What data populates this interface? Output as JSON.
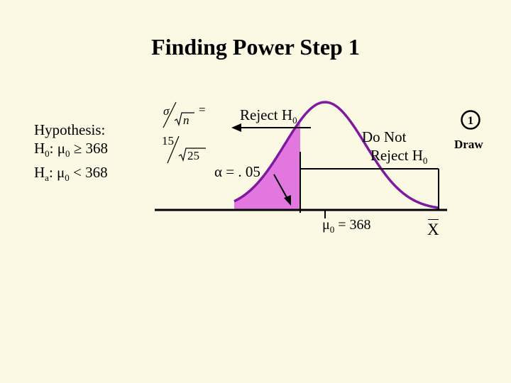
{
  "title": "Finding Power Step 1",
  "hypothesis": {
    "heading": "Hypothesis:",
    "h0_label": "H",
    "h0_sub": "0",
    "h0_rest": ": μ",
    "h0_mu_sub": "0",
    "h0_relation": " ≥ 368",
    "ha_label": "H",
    "ha_sub": "a",
    "ha_rest": ": μ",
    "ha_mu_sub": "0",
    "ha_relation": " < 368"
  },
  "formula": {
    "sigma": "σ",
    "n": "n",
    "equals": "=",
    "numerator": "15",
    "denominator": "25"
  },
  "labels": {
    "reject_text": "Reject H",
    "reject_sub": "0",
    "alpha_text": "α = . 05",
    "do_not": "Do Not",
    "reject_h0_text": "Reject H",
    "reject_h0_sub": "0",
    "mu_text": "μ",
    "mu_sub": "0",
    "mu_value": " = 368",
    "xbar": "X"
  },
  "step_badge": {
    "number": "1",
    "draw_label": "Draw"
  },
  "colors": {
    "background": "#fbf8e4",
    "curve": "#7f1aa0",
    "shaded_region": "#e377e0",
    "axis": "#000000"
  },
  "icons": [
    "circled-one-icon",
    "left-arrow-icon",
    "pointer-arrow-icon"
  ]
}
